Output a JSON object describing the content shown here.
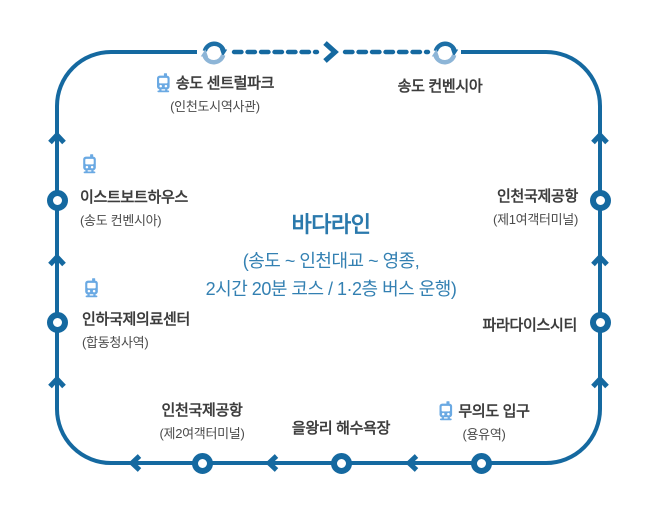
{
  "diagram": {
    "title": "바다라인",
    "subtitle_line1": "(송도 ~ 인천대교 ~ 영종,",
    "subtitle_line2": "2시간 20분 코스 / 1·2층 버스 운행)"
  },
  "stops": [
    {
      "id": "songdo-central-park",
      "name": "송도 센트럴파크",
      "sub": "(인천도시역사관)",
      "station_icon": true
    },
    {
      "id": "songdo-convensia",
      "name": "송도 컨벤시아",
      "sub": "",
      "station_icon": false
    },
    {
      "id": "incheon-airport-t1",
      "name": "인천국제공항",
      "sub": "(제1여객터미널)",
      "station_icon": false
    },
    {
      "id": "paradise-city",
      "name": "파라다이스시티",
      "sub": "",
      "station_icon": false
    },
    {
      "id": "muuido-entrance",
      "name": "무의도 입구",
      "sub": "(용유역)",
      "station_icon": true
    },
    {
      "id": "eulwangri-beach",
      "name": "을왕리 해수욕장",
      "sub": "",
      "station_icon": false
    },
    {
      "id": "incheon-airport-t2",
      "name": "인천국제공항",
      "sub": "(제2여객터미널)",
      "station_icon": false
    },
    {
      "id": "inha-medical-center",
      "name": "인하국제의료센터",
      "sub": "(합동청사역)",
      "station_icon": true
    },
    {
      "id": "east-boat-house",
      "name": "이스트보트하우스",
      "sub": "(송도 컨벤시아)",
      "station_icon": true
    }
  ],
  "colors": {
    "route_line": "#1569a0",
    "cycle_arrow_dark": "#1d6fa6",
    "cycle_arrow_light": "#8db5d7",
    "station_icon_blue": "#6aa9e3",
    "title_blue": "#2a79ac",
    "subtitle_blue": "#3380b2",
    "stop_name_text": "#3d3d3d",
    "stop_sub_text": "#4b4b4b"
  }
}
